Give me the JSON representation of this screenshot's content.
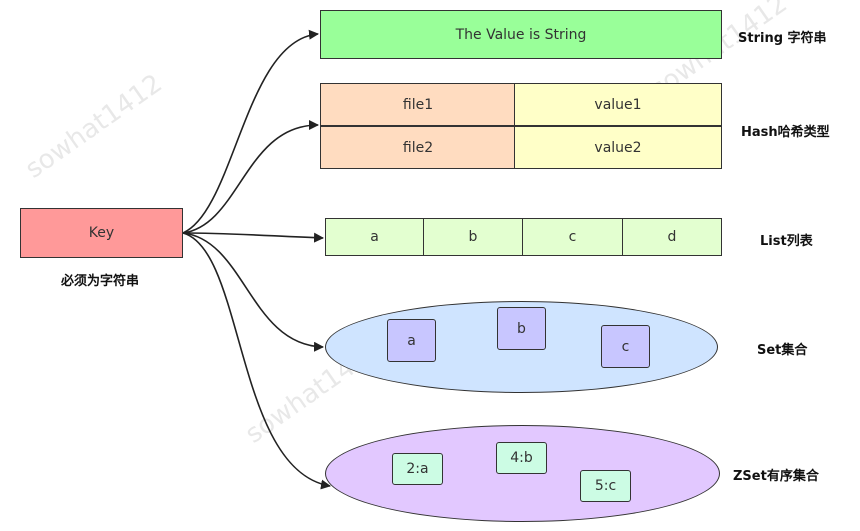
{
  "key": {
    "label": "Key",
    "caption": "必须为字符串"
  },
  "string": {
    "value": "The Value is String",
    "type_label": "String 字符串"
  },
  "hash": {
    "rows": [
      {
        "field": "file1",
        "value": "value1"
      },
      {
        "field": "file2",
        "value": "value2"
      }
    ],
    "type_label": "Hash哈希类型"
  },
  "list": {
    "items": [
      "a",
      "b",
      "c",
      "d"
    ],
    "type_label": "List列表"
  },
  "set": {
    "items": [
      "a",
      "b",
      "c"
    ],
    "type_label": "Set集合"
  },
  "zset": {
    "items": [
      "2:a",
      "4:b",
      "5:c"
    ],
    "type_label": "ZSet有序集合"
  },
  "watermark": "sowhat1412",
  "colors": {
    "key": "#ff9999",
    "string": "#99ff99",
    "hash_field": "#ffdcc0",
    "hash_value": "#ffffc8",
    "list": "#e3ffd0",
    "set": "#cfe4ff",
    "set_item": "#c8c6ff",
    "zset": "#e2c8ff",
    "zset_item": "#ccfce4"
  }
}
